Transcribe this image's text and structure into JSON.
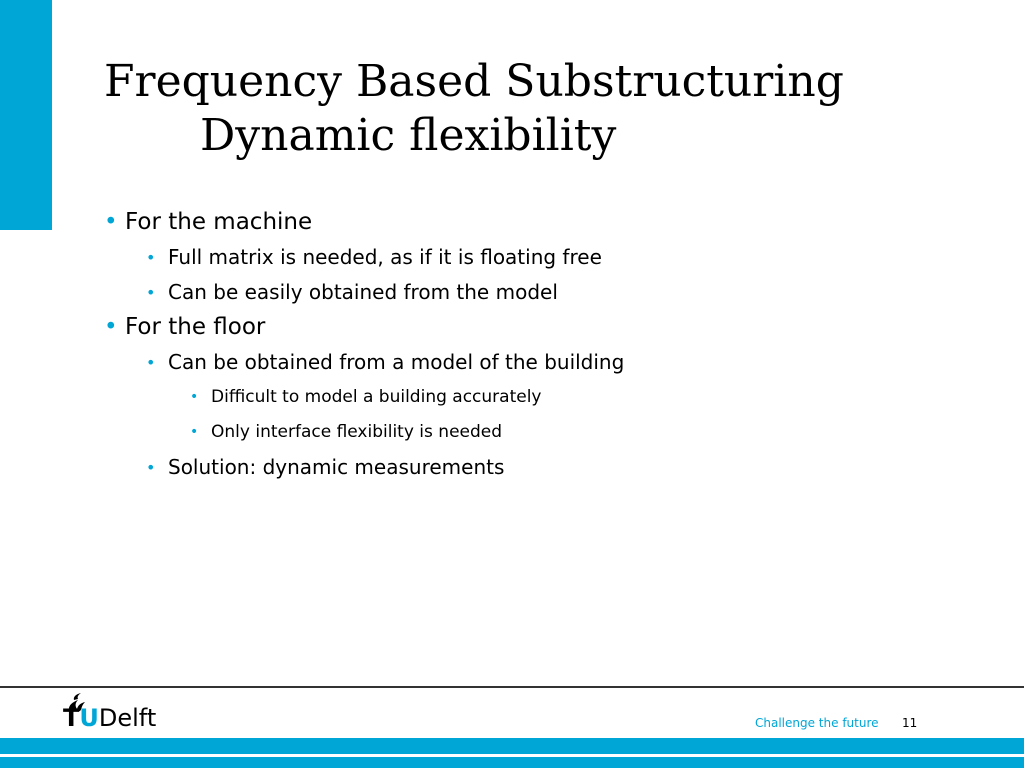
{
  "slide": {
    "title_line1": "Frequency Based Substructuring",
    "title_line2": "Dynamic flexibility",
    "bullets": [
      {
        "text": "For the machine"
      },
      {
        "text": "Full matrix is needed, as if it is floating free"
      },
      {
        "text": "Can be easily obtained from the model"
      },
      {
        "text": "For the floor"
      },
      {
        "text": "Can be obtained from a model of the building"
      },
      {
        "text": "Difficult to model a building accurately"
      },
      {
        "text": "Only interface flexibility is needed"
      },
      {
        "text": "Solution: dynamic measurements"
      }
    ],
    "bullet_glyph": "•"
  },
  "footer": {
    "logo_t": "T",
    "logo_u": "U",
    "logo_delft": "Delft",
    "tagline": "Challenge the future",
    "page_number": "11"
  },
  "colors": {
    "accent": "#00a6d6",
    "text": "#000000",
    "divider": "#333333"
  },
  "icons": {
    "logo_mark": "flame-icon"
  }
}
